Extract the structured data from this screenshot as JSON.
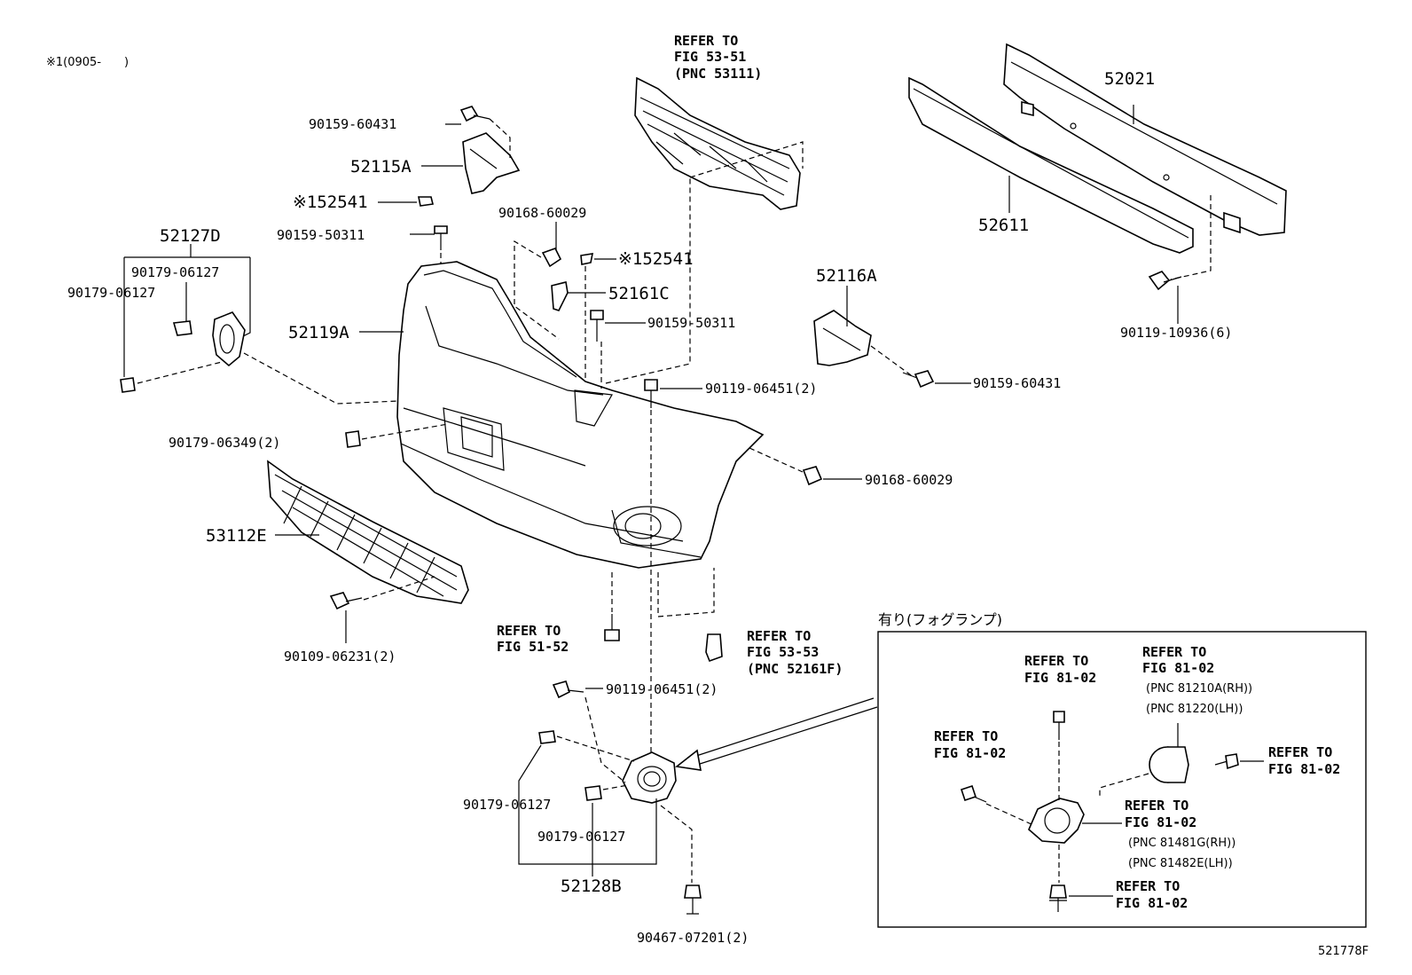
{
  "note_top_left": "※1(0905-　　)",
  "figure_code": "521778F",
  "inset_title": "有り(フォグランプ)",
  "labels": {
    "p90159_60431_top": "90159-60431",
    "p52115A": "52115A",
    "p52541_left": "※152541",
    "p90159_50311_left": "90159-50311",
    "p52127D": "52127D",
    "p90179_06127_a": "90179-06127",
    "p90179_06127_b": "90179-06127",
    "p90168_60029_top": "90168-60029",
    "p52541_right": "※152541",
    "p52161C": "52161C",
    "p90159_50311_mid": "90159-50311",
    "p52119A": "52119A",
    "p90119_06451_upper": "90119-06451(2)",
    "p90179_06349": "90179-06349(2)",
    "p90168_60029_right": "90168-60029",
    "p53112E": "53112E",
    "p90109_06231": "90109-06231(2)",
    "p52021": "52021",
    "p52611": "52611",
    "p52116A": "52116A",
    "p90159_60431_right": "90159-60431",
    "p90119_10936": "90119-10936(6)",
    "p90119_06451_lower": "90119-06451(2)",
    "p90179_06127_c": "90179-06127",
    "p90179_06127_d": "90179-06127",
    "p52128B": "52128B",
    "p90467_07201": "90467-07201(2)"
  },
  "refs": {
    "fig53_51": [
      "REFER TO",
      "FIG 53-51",
      "(PNC 53111)"
    ],
    "fig51_52": [
      "REFER TO",
      "FIG 51-52"
    ],
    "fig53_53": [
      "REFER TO",
      "FIG 53-53",
      "(PNC 52161F)"
    ],
    "inset_a": [
      "REFER TO",
      "FIG 81-02"
    ],
    "inset_b": [
      "REFER TO",
      "FIG 81-02"
    ],
    "inset_c": [
      "REFER TO",
      "FIG 81-02"
    ],
    "inset_d": [
      "REFER TO",
      "FIG 81-02"
    ],
    "inset_e": [
      "REFER TO",
      "FIG 81-02"
    ],
    "inset_f": [
      "REFER TO",
      "FIG 81-02"
    ]
  },
  "pnc": {
    "lamp_rh": "(PNC 81210A(RH))",
    "lamp_lh": "(PNC 81220(LH))",
    "bracket_rh": "(PNC 81481G(RH))",
    "bracket_lh": "(PNC 81482E(LH))"
  }
}
